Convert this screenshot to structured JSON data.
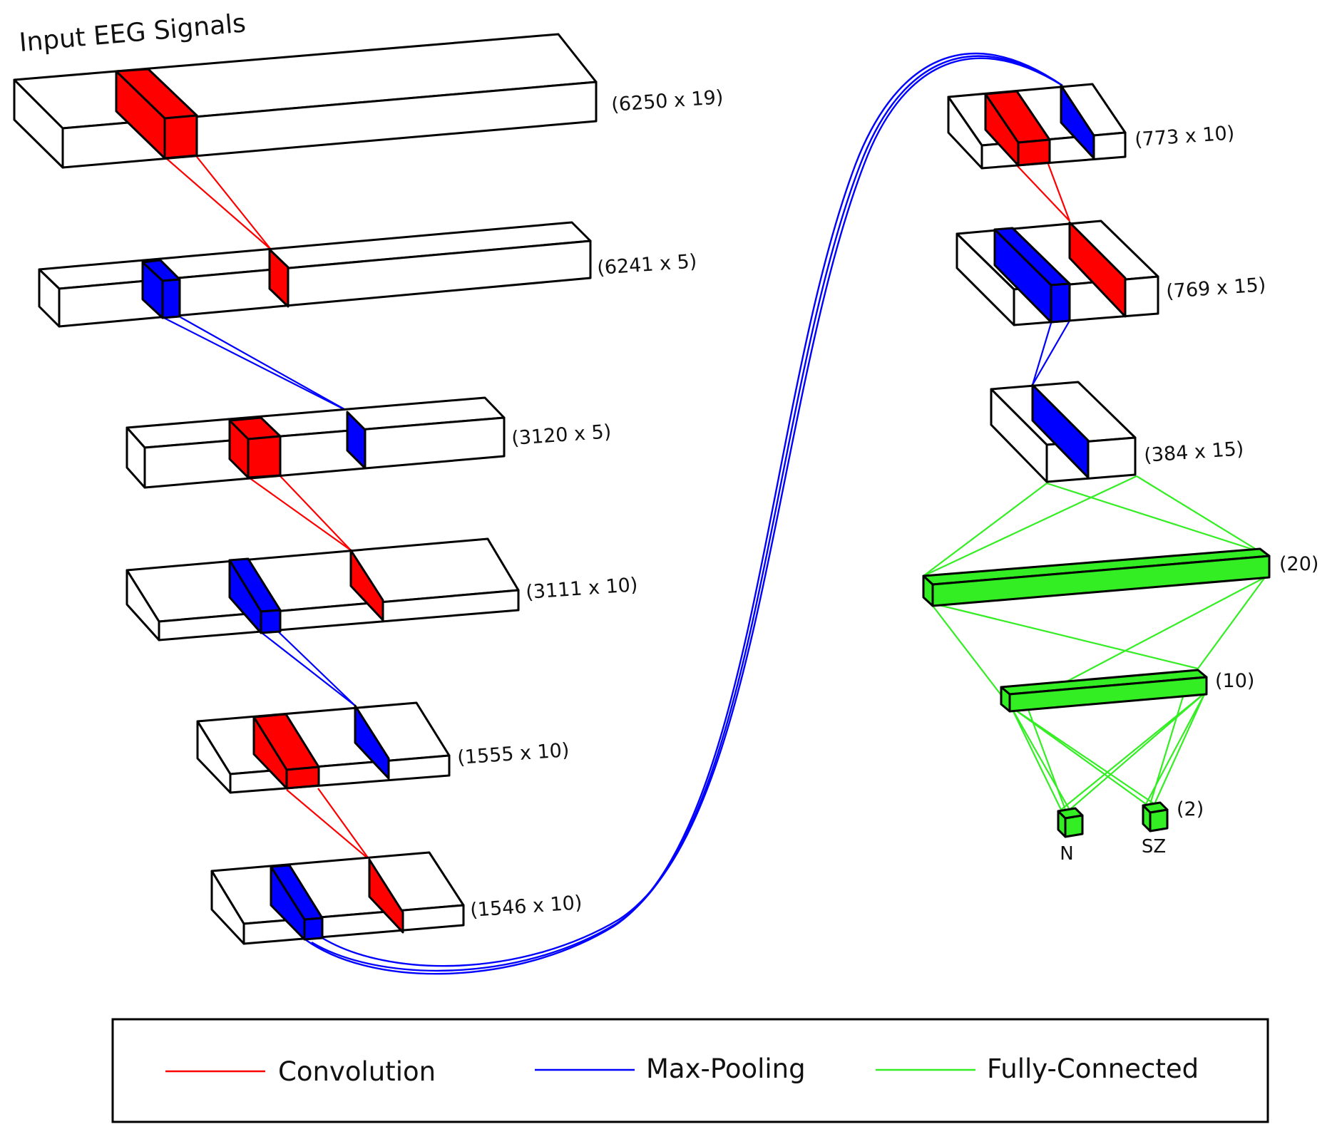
{
  "title": "Input EEG Signals",
  "colors": {
    "convolution": "#ff0000",
    "max_pooling": "#0000ff",
    "fully_connected": "#33ee22"
  },
  "layers": [
    {
      "id": "input",
      "label": "(6250 x 19)"
    },
    {
      "id": "conv1",
      "label": "(6241 x 5)"
    },
    {
      "id": "pool1",
      "label": "(3120 x 5)"
    },
    {
      "id": "conv2",
      "label": "(3111 x 10)"
    },
    {
      "id": "pool2",
      "label": "(1555 x 10)"
    },
    {
      "id": "conv3",
      "label": "(1546 x 10)"
    },
    {
      "id": "pool3",
      "label": "(773 x 10)"
    },
    {
      "id": "conv4",
      "label": "(769 x 15)"
    },
    {
      "id": "pool4",
      "label": "(384 x 15)"
    },
    {
      "id": "fc1",
      "label": "(20)"
    },
    {
      "id": "fc2",
      "label": "(10)"
    },
    {
      "id": "out",
      "label": "(2)"
    }
  ],
  "outputs": [
    "N",
    "SZ"
  ],
  "legend": [
    {
      "key": "convolution",
      "label": "Convolution"
    },
    {
      "key": "max_pooling",
      "label": "Max-Pooling"
    },
    {
      "key": "fully_connected",
      "label": "Fully-Connected"
    }
  ]
}
